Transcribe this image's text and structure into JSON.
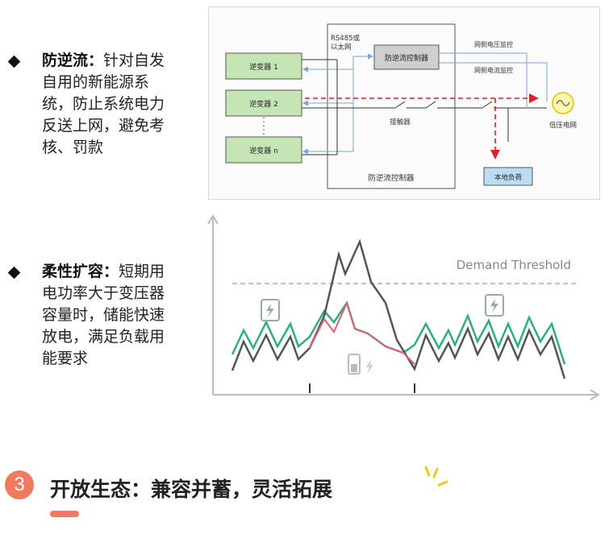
{
  "bullets": [
    {
      "head": "防逆流：",
      "body": "针对自发自用的新能源系统，防止系统电力反送上网，避免考核、罚款"
    },
    {
      "head": "柔性扩容：",
      "body": "短期用电功率大于变压器容量时，储能快速放电，满足负载用能要求"
    }
  ],
  "diagram": {
    "inverters": [
      "逆变器 1",
      "逆变器 2",
      "逆变器 n"
    ],
    "comm_label_1": "RS485或",
    "comm_label_2": "以太网",
    "controller": "防逆流控制器",
    "voltage_monitor": "网侧电压监控",
    "current_monitor": "网侧电流监控",
    "contactor": "接触器",
    "grid": "低压电网",
    "local_load": "本地负荷",
    "cabinet_label": "防逆流控制器",
    "colors": {
      "inverter": "#c6e5b4",
      "controller": "#cfcfcf",
      "load": "#bcdcf2",
      "arrow": "#e0202a",
      "comm": "#7aa6d6"
    }
  },
  "chart": {
    "threshold_label": "Demand Threshold",
    "colors": {
      "demand": "#555555",
      "supply": "#2cb07f",
      "battery": "#e06070"
    }
  },
  "footer": {
    "number": "3",
    "title": "开放生态：兼容并蓄，灵活拓展"
  }
}
